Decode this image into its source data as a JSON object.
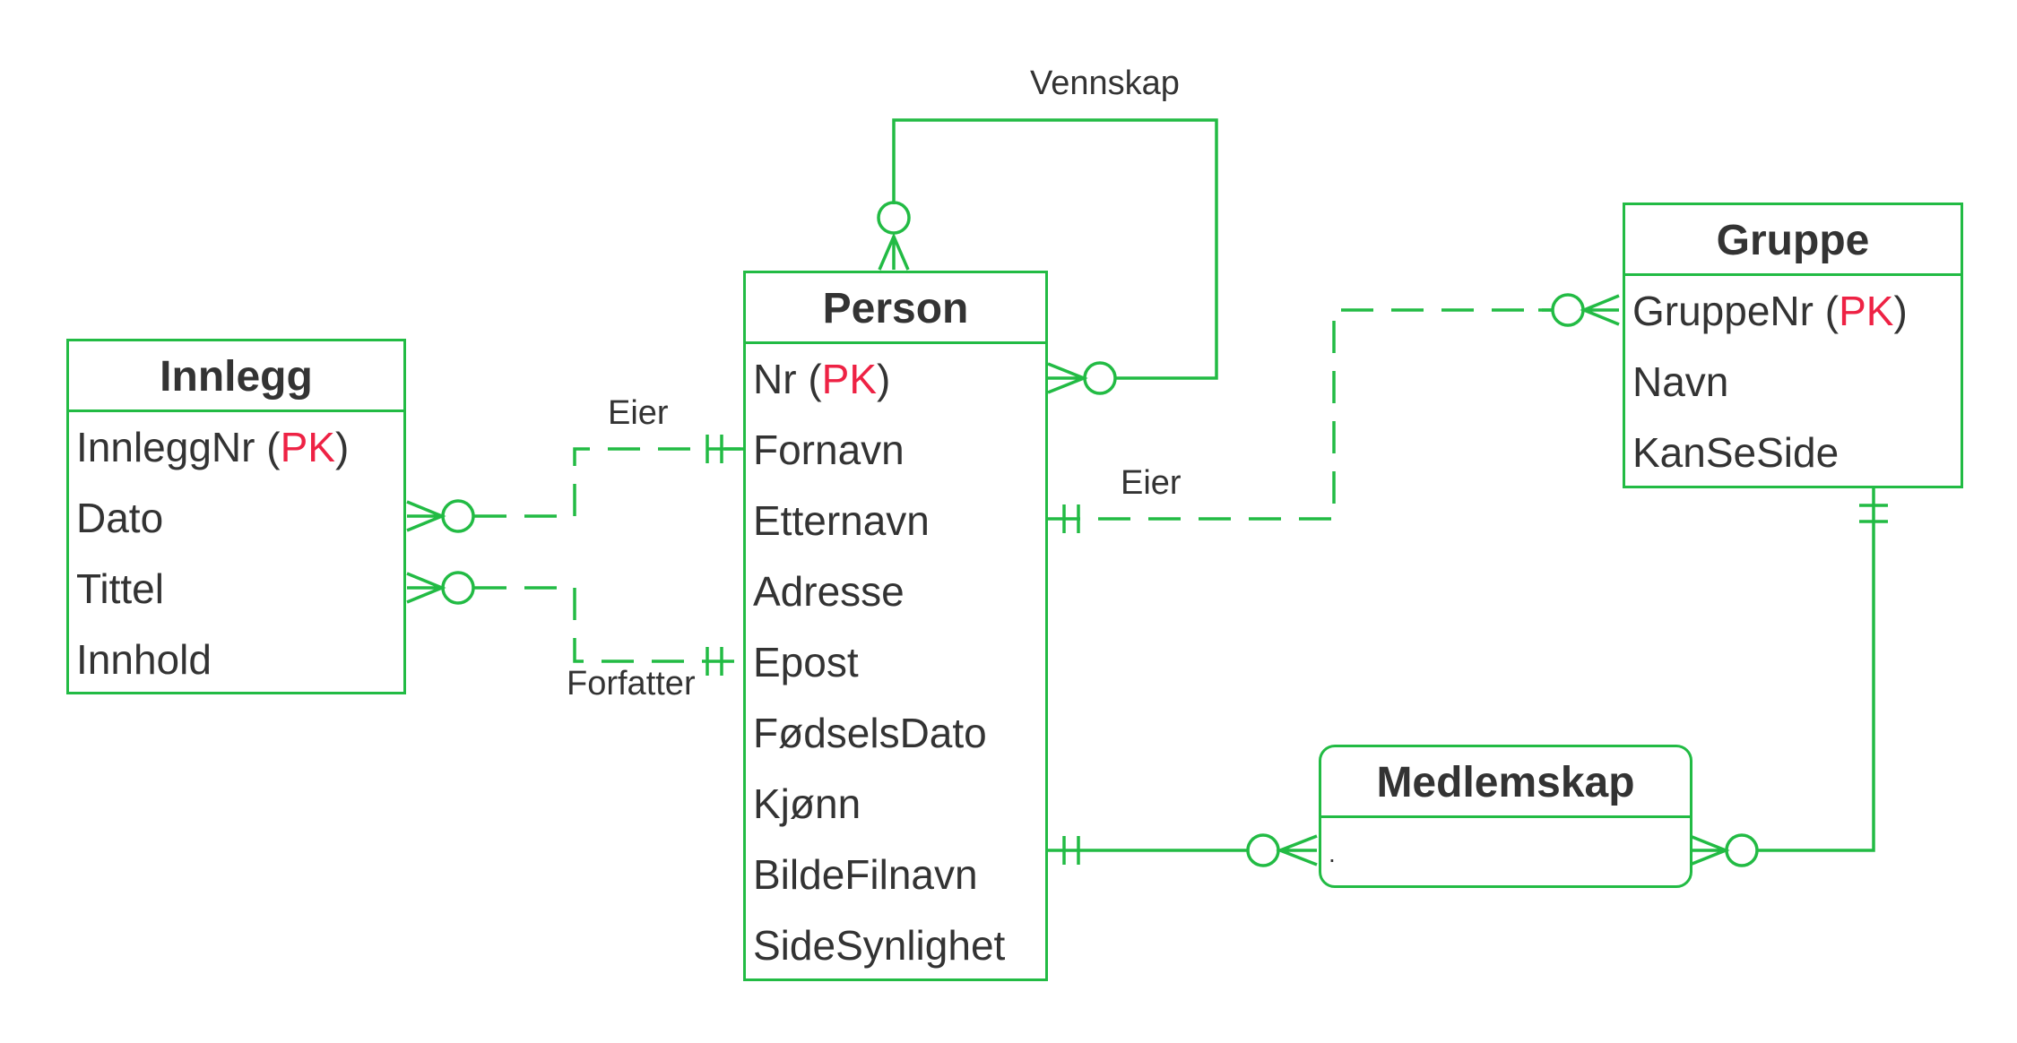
{
  "entities": {
    "innlegg": {
      "title": "Innlegg",
      "attributes": [
        "InnleggNr",
        "Dato",
        "Tittel",
        "Innhold"
      ],
      "pk_open": "(",
      "pk_text": "PK",
      "pk_close": ")"
    },
    "person": {
      "title": "Person",
      "attributes": [
        "Nr",
        "Fornavn",
        "Etternavn",
        "Adresse",
        "Epost",
        "FødselsDato",
        "Kjønn",
        "BildeFilnavn",
        "SideSynlighet"
      ],
      "pk_open": "(",
      "pk_text": "PK",
      "pk_close": ")"
    },
    "gruppe": {
      "title": "Gruppe",
      "attributes": [
        "GruppeNr",
        "Navn",
        "KanSeSide"
      ],
      "pk_open": "(",
      "pk_text": "PK",
      "pk_close": ")"
    },
    "medlemskap": {
      "title": "Medlemskap",
      "attributes": [
        "."
      ]
    }
  },
  "relationships": {
    "vennskap": "Vennskap",
    "eier_innlegg": "Eier",
    "forfatter": "Forfatter",
    "eier_gruppe": "Eier"
  },
  "colors": {
    "line": "#22bb44",
    "pk": "#ee2244",
    "text": "#333333"
  }
}
